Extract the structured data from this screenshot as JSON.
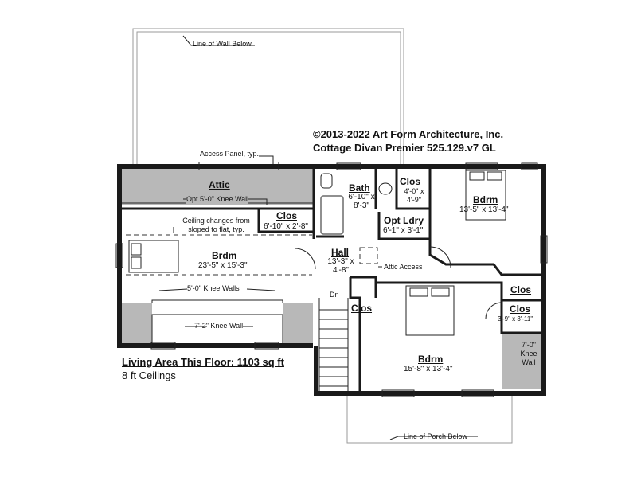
{
  "copyright": {
    "line1": "©2013-2022 Art Form Architecture, Inc.",
    "line2": "Cottage Divan Premier 525.129.v7 GL"
  },
  "notes": {
    "wall_below": "Line of Wall Below",
    "access_panel": "Access Panel, typ.",
    "knee_wall_opt": "Opt 5'-0\" Knee Wall",
    "ceiling_change": "Ceiling changes from sloped to flat, typ.",
    "knee_walls_5": "5'-0\" Knee Walls",
    "knee_wall_7_2": "7'-2\" Knee Wall",
    "attic_access": "Attic Access",
    "dn": "Dn",
    "porch_below": "Line of Porch Below",
    "knee_wall_7_0": "7'-0\" Knee Wall"
  },
  "rooms": {
    "attic": {
      "name": "Attic"
    },
    "clos_left": {
      "name": "Clos",
      "dims": "6'-10\" x 2'-8\""
    },
    "bedroom_left": {
      "name": "Brdm",
      "dims": "23'-5\" x 15'-3\""
    },
    "bath": {
      "name": "Bath",
      "dims": "6'-10\" x 8'-3\""
    },
    "clos_top": {
      "name": "Clos",
      "dims": "4'-0\" x 4'-9\""
    },
    "opt_laundry": {
      "name": "Opt Ldry",
      "dims": "6'-1\" x 3'-1\""
    },
    "hall": {
      "name": "Hall",
      "dims": "13'-3\" x 4'-8\""
    },
    "bedroom_right": {
      "name": "Bdrm",
      "dims": "13'-5\" x 13'-4\""
    },
    "clos_right_top": {
      "name": "Clos"
    },
    "clos_right": {
      "name": "Clos",
      "dims": "3'-9\" x 3'-11\""
    },
    "clos_center": {
      "name": "Clos"
    },
    "bedroom_bottom": {
      "name": "Bdrm",
      "dims": "15'-8\" x 13'-4\""
    }
  },
  "summary": {
    "living_area": "Living Area This Floor: 1103 sq ft",
    "ceilings": "8 ft Ceilings"
  }
}
